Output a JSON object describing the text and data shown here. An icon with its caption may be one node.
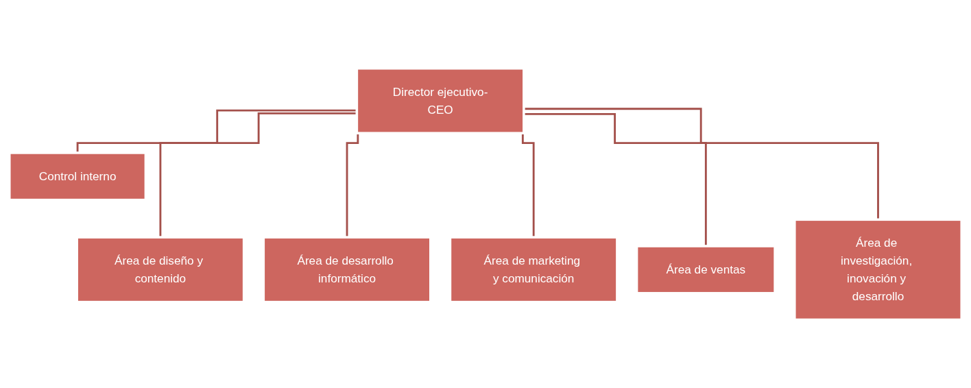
{
  "diagram": {
    "nodes": [
      {
        "text": [
          "Director ejecutivo-CEO"
        ]
      },
      {
        "text": [
          "Control interno"
        ]
      },
      {
        "text": [
          "Área de diseño y contenido"
        ]
      },
      {
        "text": [
          "Área de desarrollo informático"
        ]
      },
      {
        "text": [
          "Área de marketing y comunicación"
        ]
      },
      {
        "text": [
          "Área de ventas"
        ]
      },
      {
        "text": [
          "Área de investigación, inovación y desarrollo"
        ]
      }
    ],
    "edges": [
      {
        "from": 0,
        "to": 1,
        "arrow": "none"
      },
      {
        "from": 0,
        "to": 2,
        "arrow": "none"
      },
      {
        "from": 0,
        "to": 3,
        "arrow": "none"
      },
      {
        "from": 0,
        "to": 4,
        "arrow": "none"
      },
      {
        "from": 0,
        "to": 5,
        "arrow": "none"
      },
      {
        "from": 0,
        "to": 6,
        "arrow": "none"
      }
    ]
  }
}
